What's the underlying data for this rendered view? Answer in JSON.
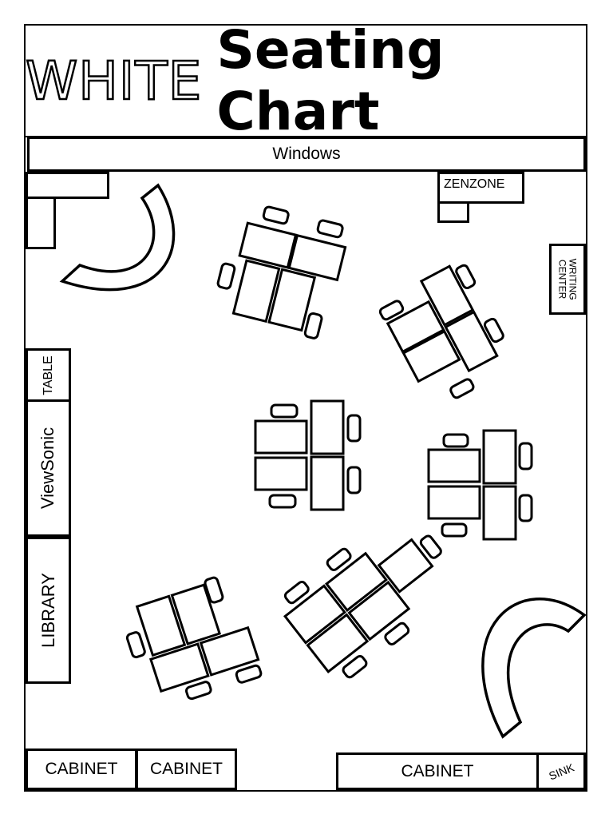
{
  "title": {
    "outline_word": "WHITE",
    "bold_words": "Seating Chart"
  },
  "labels": {
    "windows": "Windows",
    "zenzone": "ZENZONE",
    "writing_center": "WRITING CENTER",
    "table": "TABLE",
    "viewsonic": "ViewSonic",
    "library": "LIBRARY",
    "cabinet_1": "CABINET",
    "cabinet_2": "CABINET",
    "cabinet_3": "CABINET",
    "sink": "SINK"
  },
  "colors": {
    "stroke": "#000000",
    "fill": "#ffffff"
  },
  "desk_groups": [
    {
      "id": "group-1",
      "desks": 4,
      "chairs": 4,
      "orientation": "rotated"
    },
    {
      "id": "group-2",
      "desks": 4,
      "chairs": 4,
      "orientation": "rotated"
    },
    {
      "id": "group-3",
      "desks": 4,
      "chairs": 4,
      "orientation": "straight"
    },
    {
      "id": "group-4",
      "desks": 4,
      "chairs": 4,
      "orientation": "straight"
    },
    {
      "id": "group-5",
      "desks": 5,
      "chairs": 5,
      "orientation": "rotated"
    },
    {
      "id": "group-6",
      "desks": 4,
      "chairs": 4,
      "orientation": "rotated"
    }
  ],
  "kidney_tables": 2
}
